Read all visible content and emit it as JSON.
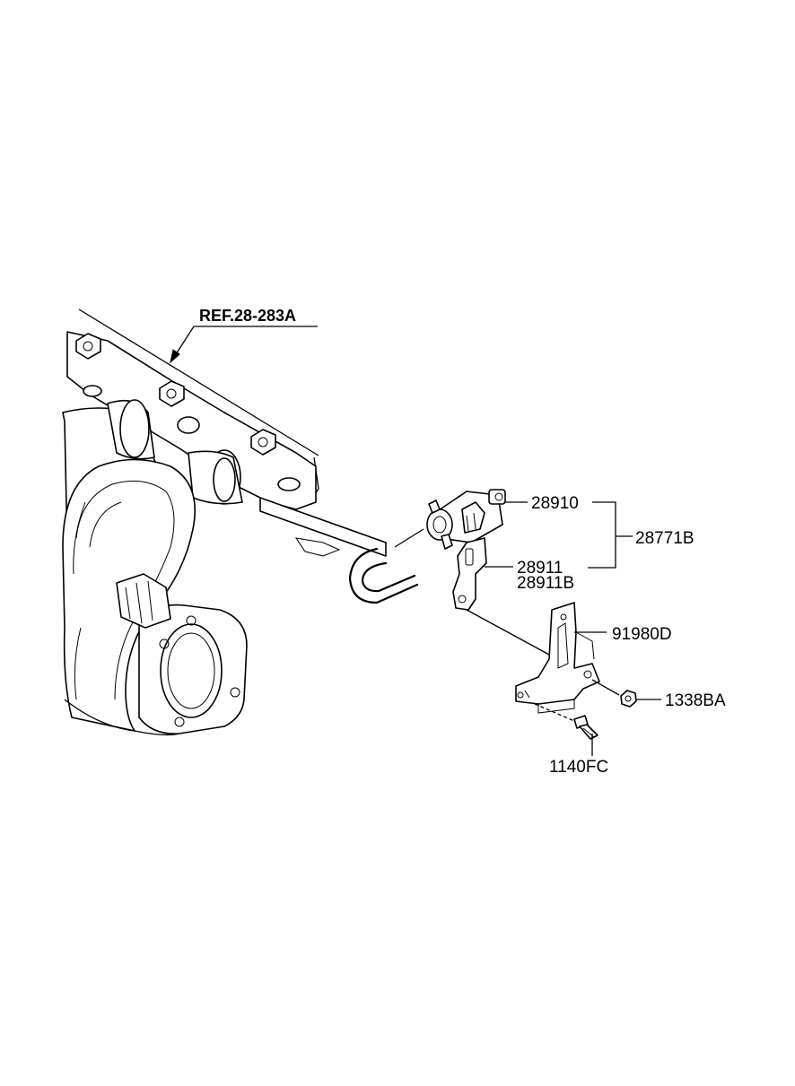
{
  "reference": "REF.28-283A",
  "callouts": {
    "valve": "28910",
    "assembly": "28771B",
    "bracket_a": "28911",
    "bracket_b": "28911B",
    "harness_bracket": "91980D",
    "nut": "1338BA",
    "bolt": "1140FC"
  }
}
